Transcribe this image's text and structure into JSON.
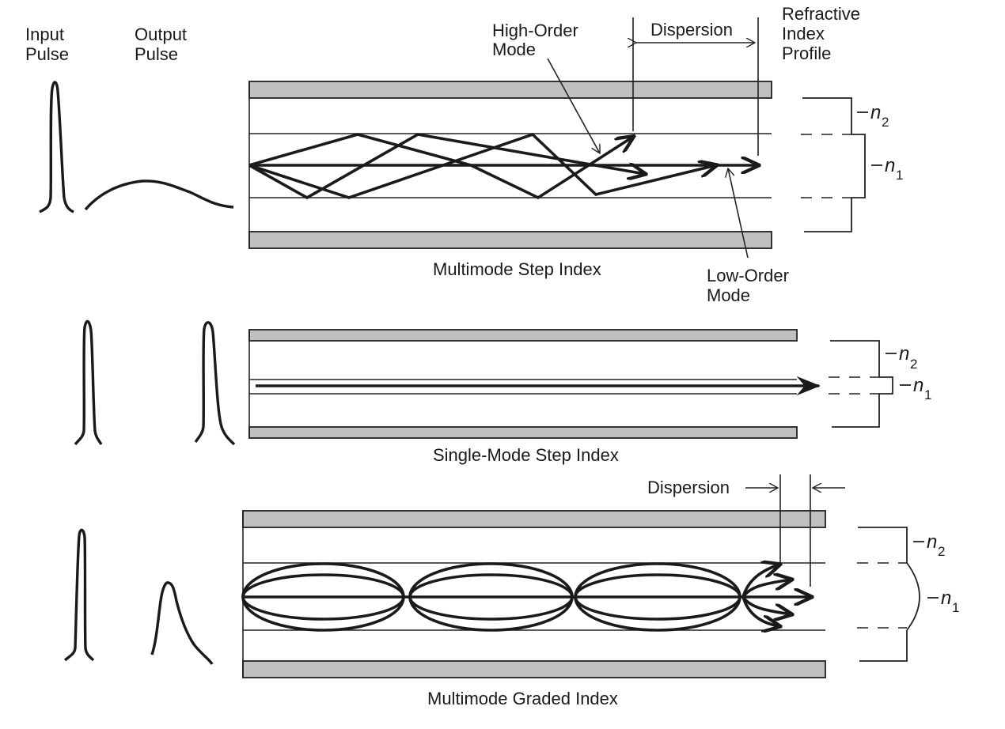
{
  "header": {
    "input_pulse": [
      "Input",
      "Pulse"
    ],
    "output_pulse": [
      "Output",
      "Pulse"
    ],
    "refractive_profile": [
      "Refractive",
      "Index",
      "Profile"
    ]
  },
  "panels": [
    {
      "id": "multimode-step-index",
      "caption": "Multimode Step Index",
      "annotations": {
        "high_order": [
          "High-Order",
          "Mode"
        ],
        "low_order": [
          "Low-Order",
          "Mode"
        ],
        "dispersion": "Dispersion"
      },
      "profile": {
        "n2": "n",
        "n2_sub": "2",
        "n1": "n",
        "n1_sub": "1",
        "shape": "step"
      }
    },
    {
      "id": "single-mode-step-index",
      "caption": "Single-Mode Step Index",
      "profile": {
        "n2": "n",
        "n2_sub": "2",
        "n1": "n",
        "n1_sub": "1",
        "shape": "narrow-step"
      }
    },
    {
      "id": "multimode-graded-index",
      "caption": "Multimode Graded Index",
      "annotations": {
        "dispersion": "Dispersion"
      },
      "profile": {
        "n2": "n",
        "n2_sub": "2",
        "n1": "n",
        "n1_sub": "1",
        "shape": "graded"
      }
    }
  ],
  "colors": {
    "cladding": "#c0c0c0",
    "ink": "#1a1a1a",
    "background": "#ffffff"
  }
}
